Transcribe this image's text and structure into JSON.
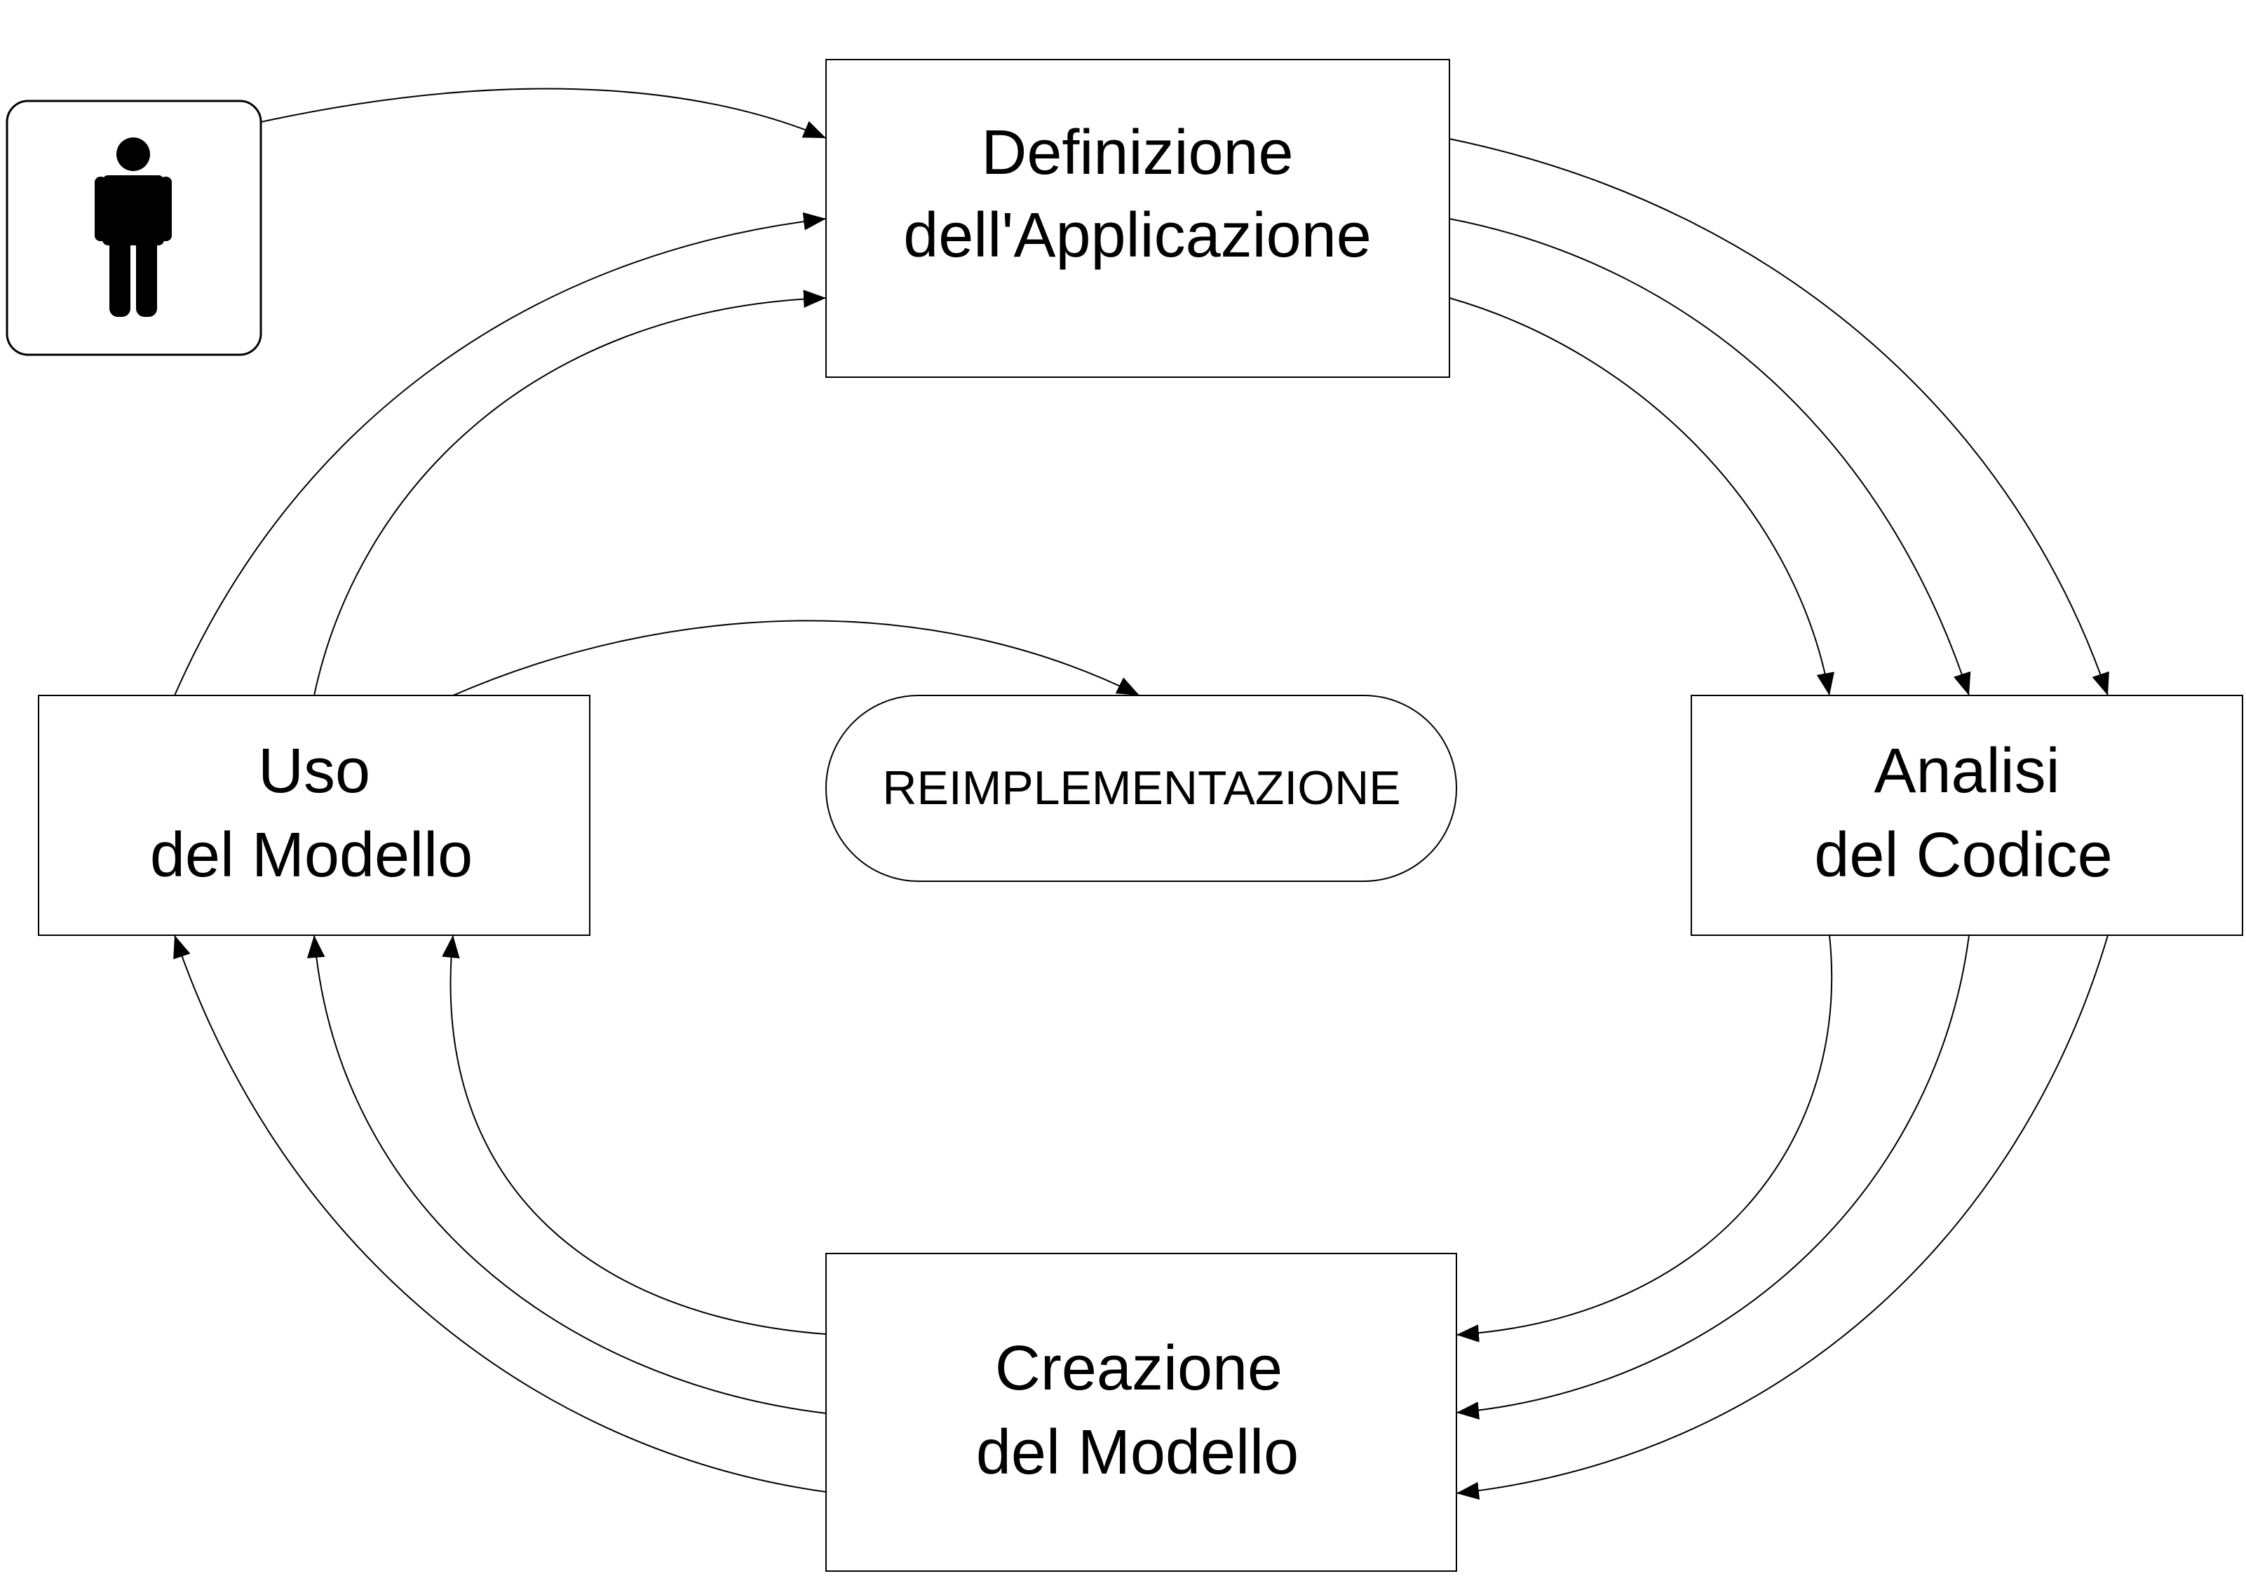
{
  "diagram": {
    "nodes": {
      "definizione": {
        "line1": "Definizione",
        "line2": "dell'Applicazione"
      },
      "analisi": {
        "line1": "Analisi",
        "line2": "del Codice"
      },
      "creazione": {
        "line1": "Creazione",
        "line2": "del Modello"
      },
      "uso": {
        "line1": "Uso",
        "line2": "del Modello"
      },
      "reimplementazione": {
        "label": "REIMPLEMENTAZIONE"
      }
    },
    "actor": {
      "icon": "person-icon"
    },
    "edges": [
      {
        "from": "actor",
        "to": "definizione"
      },
      {
        "from": "definizione",
        "to": "analisi",
        "count": 3
      },
      {
        "from": "analisi",
        "to": "creazione",
        "count": 3
      },
      {
        "from": "creazione",
        "to": "uso",
        "count": 3
      },
      {
        "from": "uso",
        "to": "definizione",
        "count": 2
      },
      {
        "from": "uso",
        "to": "reimplementazione"
      }
    ],
    "colors": {
      "line": "#000000",
      "box_border": "#000000",
      "background": "#ffffff"
    }
  }
}
